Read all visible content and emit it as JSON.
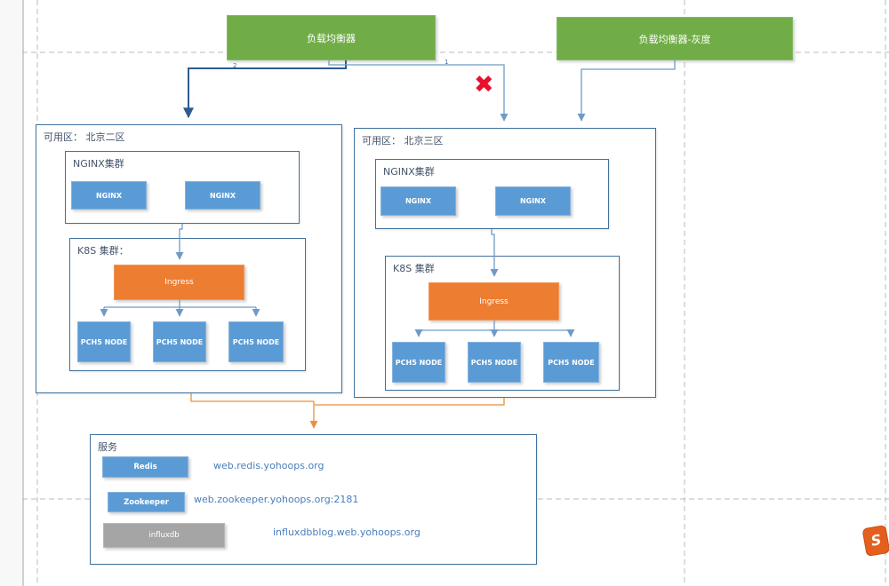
{
  "load_balancers": [
    {
      "label": "负载均衡器"
    },
    {
      "label": "负载均衡器-灰度"
    }
  ],
  "connector_labels": {
    "to_zone3": "1",
    "to_zone2": "2"
  },
  "failure_mark": "✖",
  "zones": [
    {
      "title": "可用区： 北京二区",
      "nginx_cluster": {
        "title": "NGINX集群",
        "nodes": [
          "NGINX",
          "NGINX"
        ]
      },
      "k8s_cluster": {
        "title": "K8S 集群：",
        "ingress_label": "Ingress",
        "nodes": [
          "PCH5 NODE",
          "PCH5 NODE",
          "PCH5 NODE"
        ]
      }
    },
    {
      "title": "可用区： 北京三区",
      "nginx_cluster": {
        "title": "NGINX集群",
        "nodes": [
          "NGINX",
          "NGINX"
        ]
      },
      "k8s_cluster": {
        "title": "K8S 集群",
        "ingress_label": "Ingress",
        "nodes": [
          "PCH5 NODE",
          "PCH5 NODE",
          "PCH5 NODE"
        ]
      }
    }
  ],
  "services": {
    "title": "服务",
    "items": [
      {
        "name": "Redis",
        "url": "web.redis.yohoops.org"
      },
      {
        "name": "Zookeeper",
        "url": "web.zookeeper.yohoops.org:2181"
      },
      {
        "name": "influxdb",
        "url": "influxdbblog.web.yohoops.org"
      }
    ]
  },
  "watermark": {
    "letter": "S"
  },
  "colors": {
    "lb_green": "#70ad47",
    "node_blue": "#5b9bd5",
    "ingress_orange": "#ed7d31",
    "influxdb_gray": "#a5a5a5",
    "container_border": "#41719c",
    "title_text": "#44546a",
    "url_text": "#4a7ebc",
    "connector_blue": "#6f9ac8",
    "connector_dark_blue": "#2f5b8f",
    "connector_orange": "#e8913a",
    "failure_red": "#e8112d",
    "guide_gray": "#bbbbbb"
  }
}
